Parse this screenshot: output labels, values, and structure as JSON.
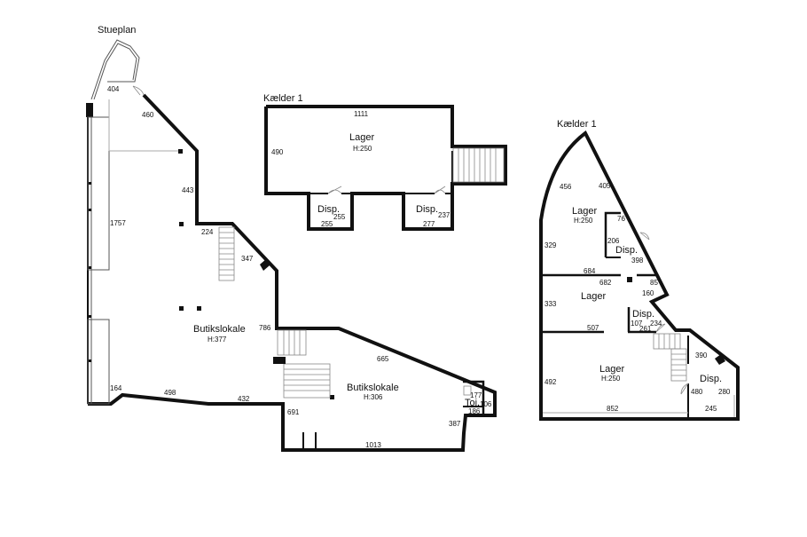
{
  "plans": {
    "stueplan": {
      "title": "Stueplan",
      "rooms": [
        {
          "name": "Butikslokale",
          "height": "H:377"
        },
        {
          "name": "Butikslokale",
          "height": "H:306"
        },
        {
          "name": "Toi."
        }
      ],
      "dims": [
        "404",
        "460",
        "443",
        "1757",
        "224",
        "347",
        "786",
        "665",
        "164",
        "498",
        "432",
        "691",
        "1013",
        "387",
        "177",
        "106",
        "186"
      ]
    },
    "kaelder_mid": {
      "title": "Kælder 1",
      "rooms": [
        {
          "name": "Lager",
          "height": "H:250"
        },
        {
          "name": "Disp."
        },
        {
          "name": "Disp."
        }
      ],
      "dims": [
        "1111",
        "490",
        "255",
        "255",
        "237",
        "277"
      ]
    },
    "kaelder_right": {
      "title": "Kælder 1",
      "rooms": [
        {
          "name": "Lager",
          "height": "H:250"
        },
        {
          "name": "Disp."
        },
        {
          "name": "Lager"
        },
        {
          "name": "Disp."
        },
        {
          "name": "Lager",
          "height": "H:250"
        },
        {
          "name": "Disp."
        }
      ],
      "dims": [
        "456",
        "405",
        "76",
        "206",
        "398",
        "329",
        "684",
        "682",
        "85",
        "160",
        "333",
        "107",
        "234",
        "261",
        "507",
        "390",
        "492",
        "480",
        "280",
        "852",
        "245"
      ]
    }
  }
}
